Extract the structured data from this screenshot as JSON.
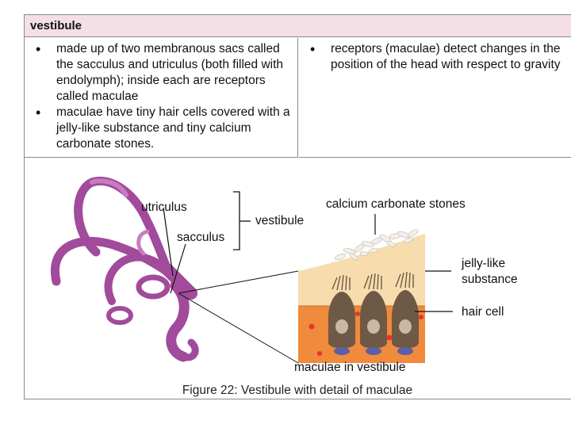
{
  "table": {
    "title": "vestibule",
    "left_bullets": [
      "made up of two membranous sacs called the sacculus and utriculus (both filled with endolymph); inside each are receptors called maculae",
      "maculae have tiny hair cells covered with a jelly-like substance and tiny calcium carbonate stones."
    ],
    "right_bullets": [
      "receptors (maculae) detect changes in the position of the head with respect to gravity"
    ]
  },
  "figure": {
    "labels": {
      "utriculus": "utriculus",
      "sacculus": "sacculus",
      "vestibule": "vestibule",
      "stones": "calcium carbonate stones",
      "jelly": "jelly-like substance",
      "jelly_line1": "jelly-like",
      "jelly_line2": "substance",
      "hair_cell": "hair cell",
      "maculae": "maculae in vestibule"
    },
    "caption": "Figure 22: Vestibule with detail of maculae"
  },
  "colors": {
    "title_bg": "#f4dfe6",
    "inner_ear": "#a24a9c",
    "jelly": "#f7dcae",
    "tissue": "#f08a3c",
    "hair_cell": "#6e5846",
    "nerve": "#5b5fa8",
    "dots": "#e8342a"
  }
}
